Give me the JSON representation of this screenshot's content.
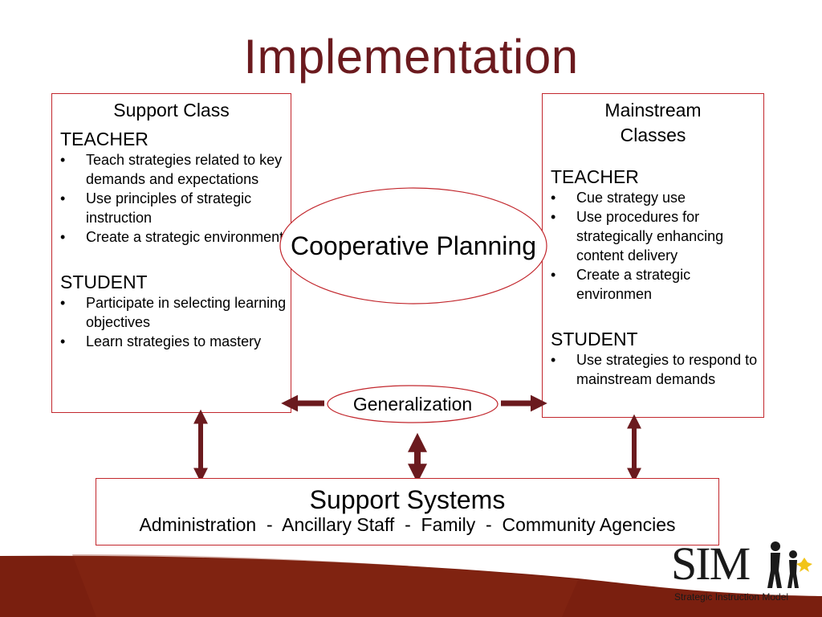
{
  "title": "Implementation",
  "support_class": {
    "heading": "Support Class",
    "teacher_heading": "TEACHER",
    "teacher_items": [
      "Teach strategies related to key demands and expectations",
      "Use principles of strategic instruction",
      "Create a strategic environment"
    ],
    "student_heading": "STUDENT",
    "student_items": [
      "Participate in selecting learning objectives",
      "Learn strategies to mastery"
    ]
  },
  "mainstream": {
    "heading": "Mainstream Classes",
    "teacher_heading": "TEACHER",
    "teacher_items": [
      "Cue strategy use",
      "Use procedures for strategically enhancing content delivery",
      "Create a strategic environmen"
    ],
    "student_heading": "STUDENT",
    "student_items": [
      "Use strategies to respond to mainstream demands"
    ]
  },
  "cooperative_planning": "Cooperative Planning",
  "generalization": "Generalization",
  "support_systems": {
    "title": "Support Systems",
    "subtitle": "Administration  -  Ancillary Staff  -  Family  -  Community Agencies"
  },
  "logo": {
    "mark": "SIM",
    "tagline": "Strategic Instruction Model"
  },
  "colors": {
    "title": "#6b1a1e",
    "border": "#c2272d",
    "arrow": "#6b1a1e",
    "band": "#7a1f0f"
  }
}
